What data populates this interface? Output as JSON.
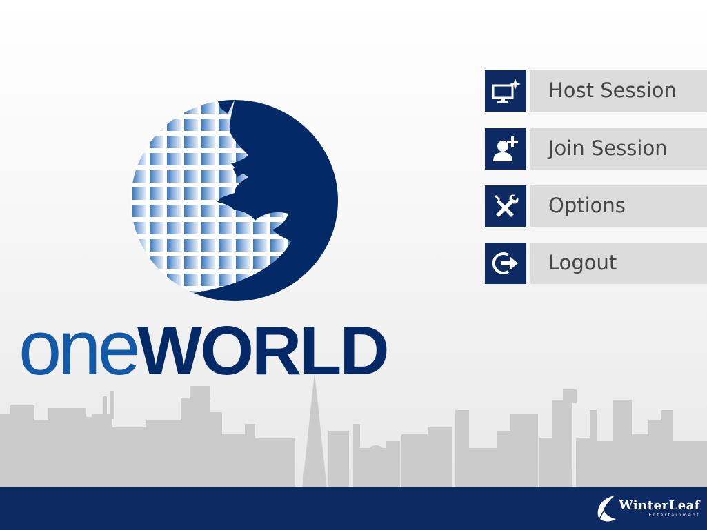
{
  "logo": {
    "part1": "one",
    "part2": "WORLD"
  },
  "menu": [
    {
      "label": "Host Session",
      "icon": "monitor-sparkle-icon"
    },
    {
      "label": "Join Session",
      "icon": "add-user-icon"
    },
    {
      "label": "Options",
      "icon": "wrench-screwdriver-icon"
    },
    {
      "label": "Logout",
      "icon": "logout-arrow-icon"
    }
  ],
  "brand": {
    "name": "WinterLeaf",
    "sub": "Entertainment"
  },
  "colors": {
    "navy": "#0e2a62",
    "blue": "#1259a8",
    "menu_bg": "#dcdcdc",
    "menu_text": "#454545"
  }
}
